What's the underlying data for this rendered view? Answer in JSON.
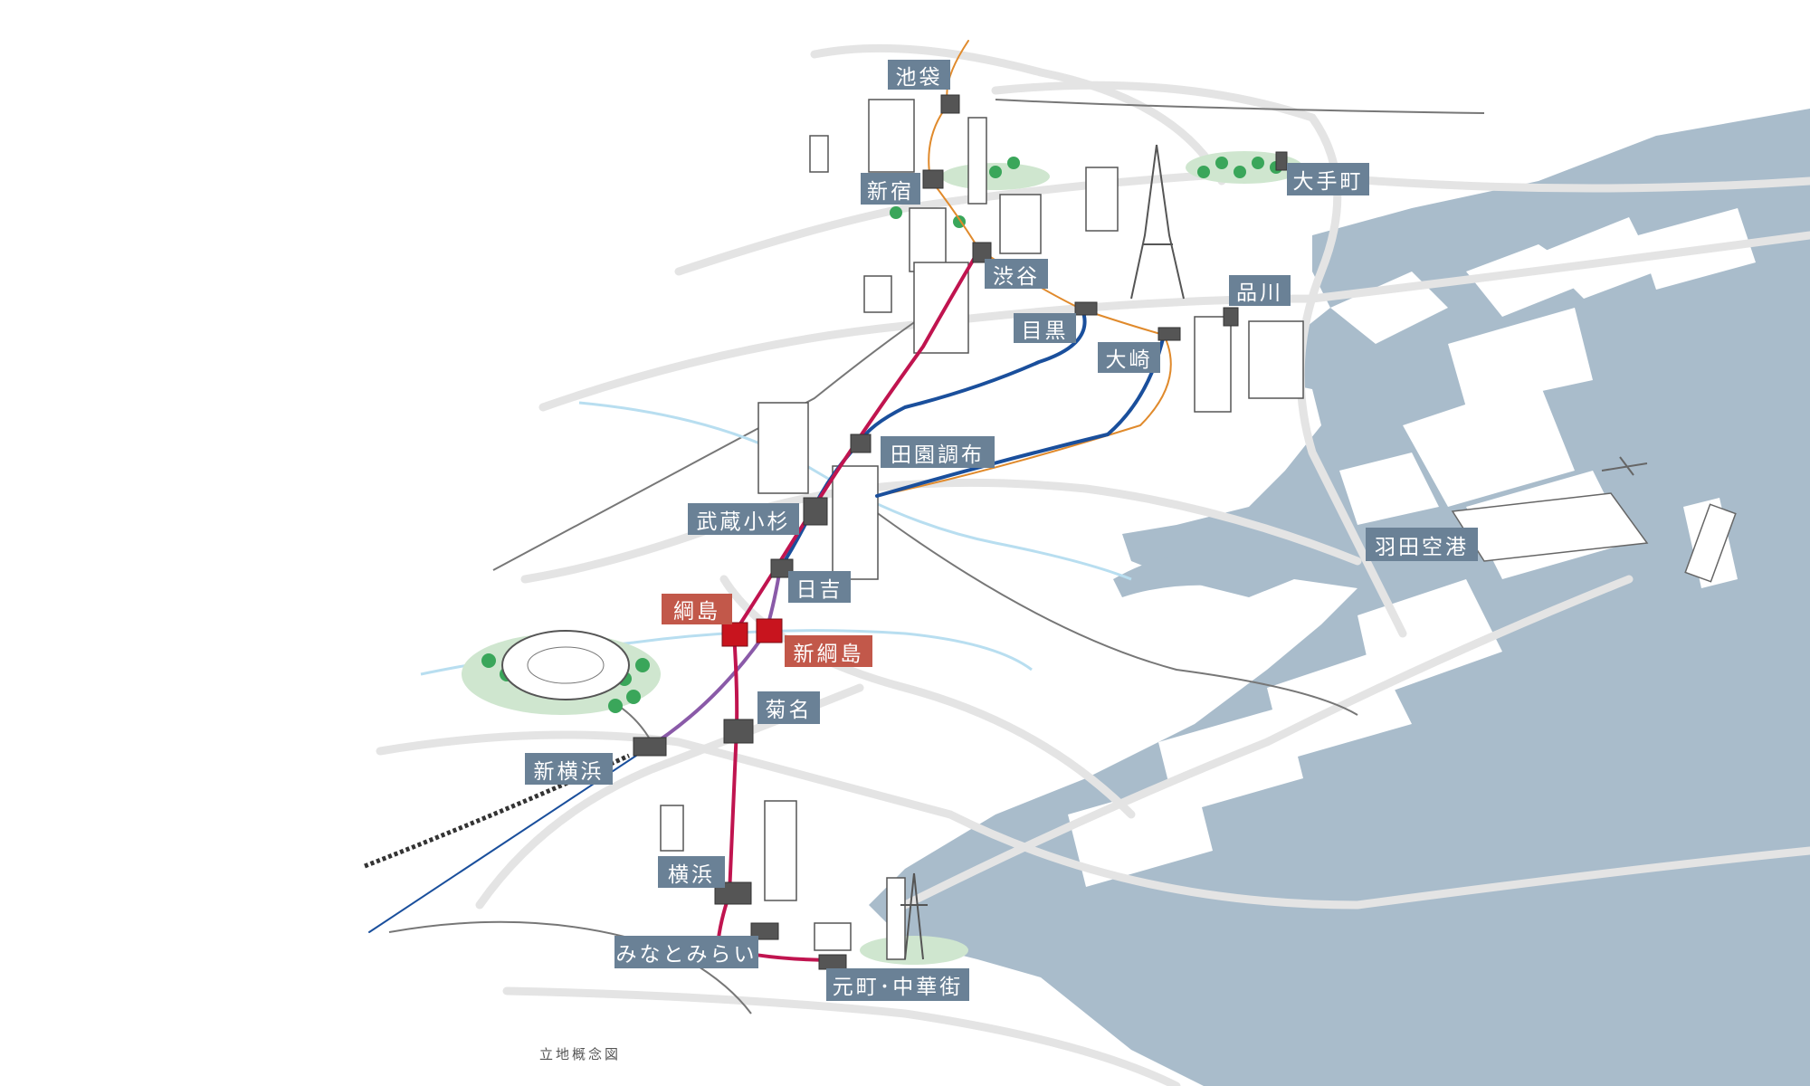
{
  "colors": {
    "water": "#a9bccb",
    "label": "#6a8196",
    "label_new": "#c2584a",
    "road": "#e4e4e4",
    "line_magenta": "#c0144f",
    "line_orange": "#e08a2c",
    "line_blue": "#1a4f9c",
    "line_purple": "#8a5aa8",
    "park": "#cfe6cf",
    "tree": "#3aa65a"
  },
  "stations": {
    "ikebukuro": "池袋",
    "shinjuku": "新宿",
    "shibuya": "渋谷",
    "meguro": "目黒",
    "osaki": "大崎",
    "shinagawa": "品川",
    "otemachi": "大手町",
    "denenchofu": "田園調布",
    "musashikosugi": "武蔵小杉",
    "hiyoshi": "日吉",
    "tsunashima": "綱島",
    "shin_tsunashima": "新綱島",
    "kikuna": "菊名",
    "shin_yokohama": "新横浜",
    "yokohama": "横浜",
    "minatomirai": "みなとみらい",
    "motomachi": "元町･中華街",
    "haneda": "羽田空港"
  },
  "caption": "立地概念図"
}
